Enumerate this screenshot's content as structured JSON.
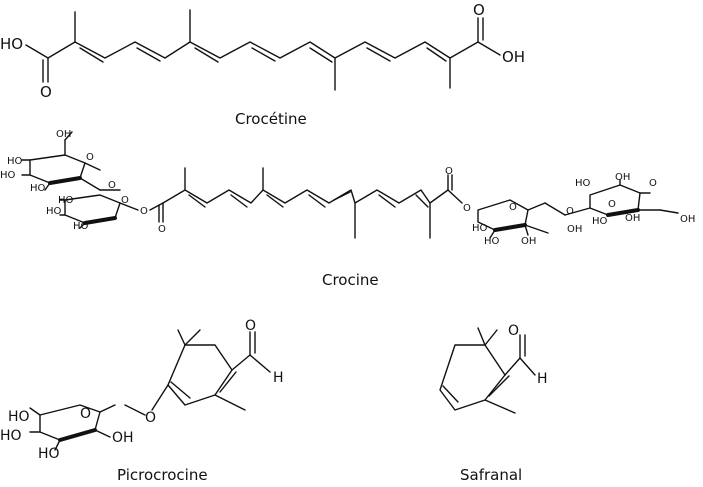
{
  "labels": {
    "ho": "HO",
    "oh": "OH",
    "o": "O",
    "h": "H"
  },
  "compounds": [
    {
      "name": "Crocétine"
    },
    {
      "name": "Crocine"
    },
    {
      "name": "Picrocrocine"
    },
    {
      "name": "Safranal"
    }
  ]
}
